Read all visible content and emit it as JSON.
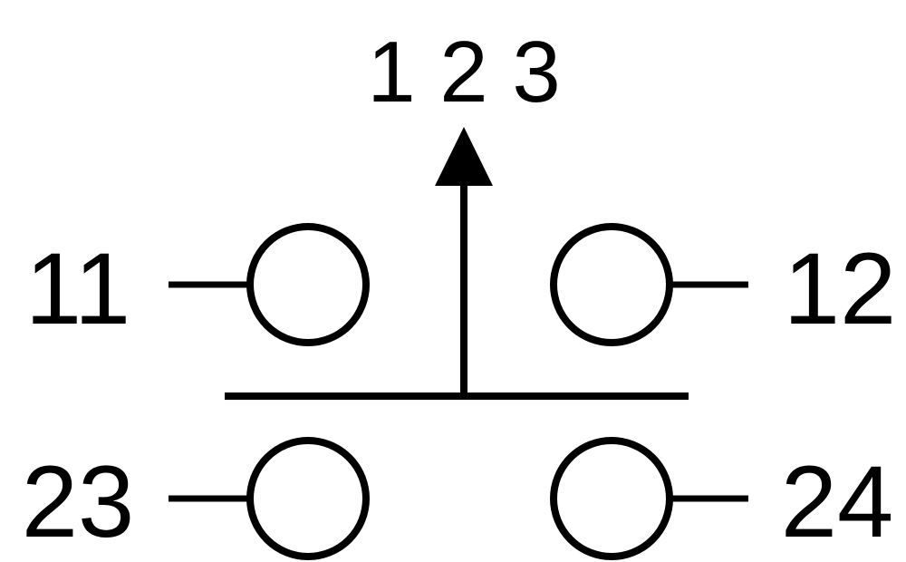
{
  "top_label": "1 2 3",
  "contacts": {
    "upper_left": "11",
    "upper_right": "12",
    "lower_left": "23",
    "lower_right": "24"
  },
  "colors": {
    "stroke": "#000000",
    "background": "#ffffff"
  }
}
